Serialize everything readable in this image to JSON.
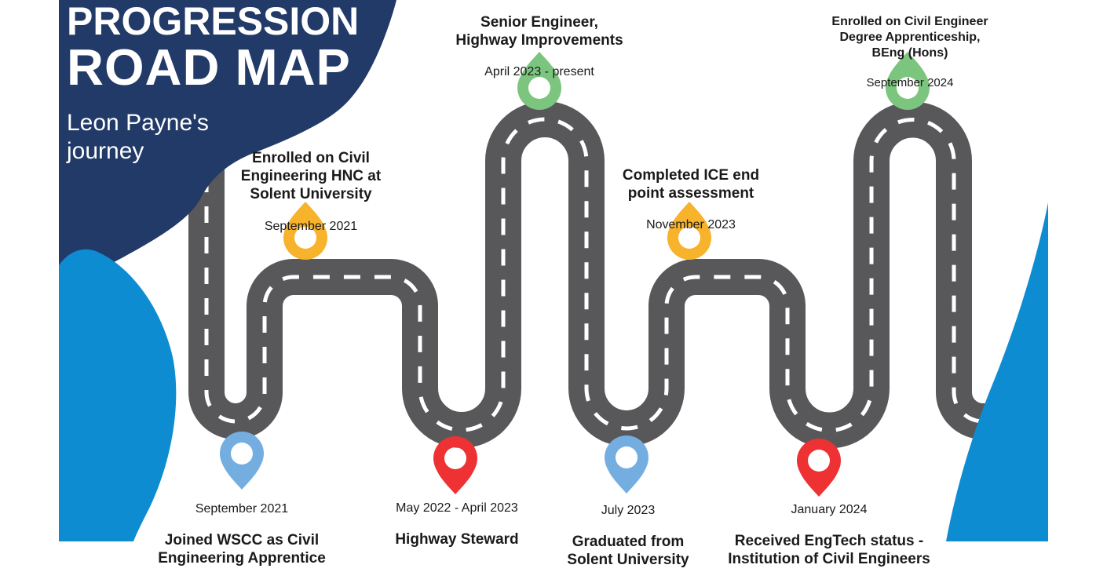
{
  "header": {
    "heading_top": "PROGRESSION",
    "heading_bottom": "ROAD MAP",
    "subtitle": "Leon Payne's\njourney"
  },
  "colors": {
    "navy": "#223A67",
    "accent_blue": "#0E8CD2",
    "road": "#58585A",
    "road_line": "#FFFFFF",
    "pin_yellow": "#F6B32B",
    "pin_green": "#7CC57F",
    "pin_blue": "#74AEE0",
    "pin_red": "#EE3133"
  },
  "milestones": [
    {
      "title": "Joined WSCC as Civil\nEngineering Apprentice",
      "date": "September 2021",
      "pin_color": "blue",
      "position": "bottom"
    },
    {
      "title": "Enrolled on Civil\nEngineering HNC at\nSolent University",
      "date": "September 2021",
      "pin_color": "yellow",
      "position": "top"
    },
    {
      "title": "Highway Steward",
      "date": "May 2022 - April 2023",
      "pin_color": "red",
      "position": "bottom"
    },
    {
      "title": "Senior Engineer,\nHighway Improvements",
      "date": "April 2023 - present",
      "pin_color": "green",
      "position": "top"
    },
    {
      "title": "Graduated from\nSolent University",
      "date": "July 2023",
      "pin_color": "blue",
      "position": "bottom"
    },
    {
      "title": "Completed ICE end\npoint assessment",
      "date": "November 2023",
      "pin_color": "yellow",
      "position": "top"
    },
    {
      "title": "Received EngTech status -\nInstitution of Civil Engineers",
      "date": "January 2024",
      "pin_color": "red",
      "position": "bottom"
    },
    {
      "title": "Enrolled on Civil Engineer\nDegree Apprenticeship,\nBEng (Hons)",
      "date": "September 2024",
      "pin_color": "green",
      "position": "top"
    }
  ]
}
